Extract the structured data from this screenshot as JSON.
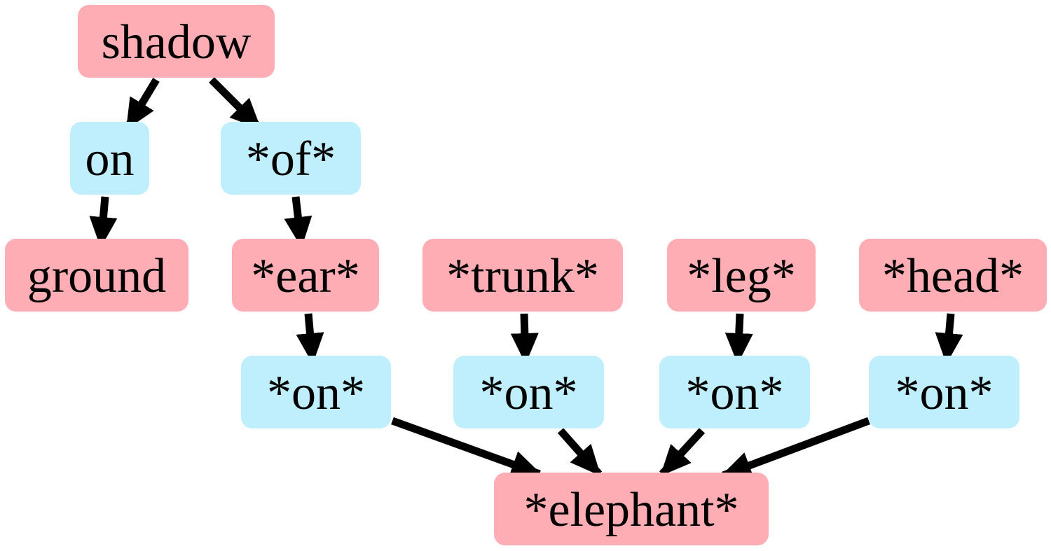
{
  "colors": {
    "object_node": "#ffadb5",
    "relation_node": "#bfeffc",
    "edge": "#000000"
  },
  "nodes": [
    {
      "id": "shadow",
      "label": "shadow",
      "kind": "object"
    },
    {
      "id": "on_1",
      "label": "on",
      "kind": "relation"
    },
    {
      "id": "of",
      "label": "*of*",
      "kind": "relation"
    },
    {
      "id": "ground",
      "label": "ground",
      "kind": "object"
    },
    {
      "id": "ear",
      "label": "*ear*",
      "kind": "object"
    },
    {
      "id": "trunk",
      "label": "*trunk*",
      "kind": "object"
    },
    {
      "id": "leg",
      "label": "*leg*",
      "kind": "object"
    },
    {
      "id": "head",
      "label": "*head*",
      "kind": "object"
    },
    {
      "id": "on_ear",
      "label": "*on*",
      "kind": "relation"
    },
    {
      "id": "on_trunk",
      "label": "*on*",
      "kind": "relation"
    },
    {
      "id": "on_leg",
      "label": "*on*",
      "kind": "relation"
    },
    {
      "id": "on_head",
      "label": "*on*",
      "kind": "relation"
    },
    {
      "id": "elephant",
      "label": "*elephant*",
      "kind": "object"
    }
  ],
  "edges": [
    {
      "from": "shadow",
      "to": "on_1"
    },
    {
      "from": "shadow",
      "to": "of"
    },
    {
      "from": "on_1",
      "to": "ground"
    },
    {
      "from": "of",
      "to": "ear"
    },
    {
      "from": "ear",
      "to": "on_ear"
    },
    {
      "from": "trunk",
      "to": "on_trunk"
    },
    {
      "from": "leg",
      "to": "on_leg"
    },
    {
      "from": "head",
      "to": "on_head"
    },
    {
      "from": "on_ear",
      "to": "elephant"
    },
    {
      "from": "on_trunk",
      "to": "elephant"
    },
    {
      "from": "on_leg",
      "to": "elephant"
    },
    {
      "from": "on_head",
      "to": "elephant"
    }
  ]
}
